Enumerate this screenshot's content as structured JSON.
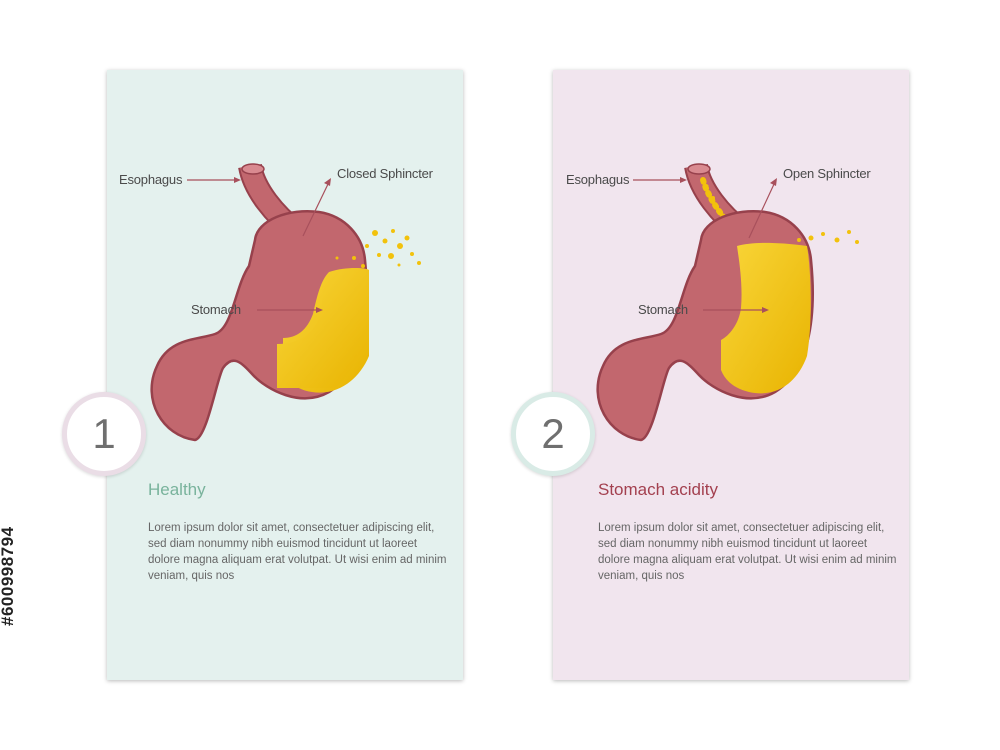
{
  "panels": [
    {
      "number": "1",
      "title": "Healthy",
      "description": "Lorem ipsum dolor sit amet, consectetuer adipiscing elit, sed diam nonummy nibh euismod tincidunt ut laoreet dolore magna aliquam erat volutpat. Ut wisi enim ad minim veniam, quis nos",
      "labels": {
        "esophagus": "Esophagus",
        "sphincter": "Closed Sphincter",
        "stomach": "Stomach"
      },
      "background": "#e4f1ee",
      "title_color": "#79b39c"
    },
    {
      "number": "2",
      "title": "Stomach acidity",
      "description": "Lorem ipsum dolor sit amet, consectetuer adipiscing elit, sed diam nonummy nibh euismod tincidunt ut laoreet dolore magna aliquam erat volutpat. Ut wisi enim ad minim veniam, quis nos",
      "labels": {
        "esophagus": "Esophagus",
        "sphincter": "Open Sphincter",
        "stomach": "Stomach"
      },
      "background": "#f1e5ee",
      "title_color": "#a3404f"
    }
  ],
  "colors": {
    "stomach_wall": "#c2676e",
    "stomach_outline": "#97414c",
    "acid": "#f2c20c",
    "arrow": "#a8505c"
  },
  "stock_id": "#600998794"
}
